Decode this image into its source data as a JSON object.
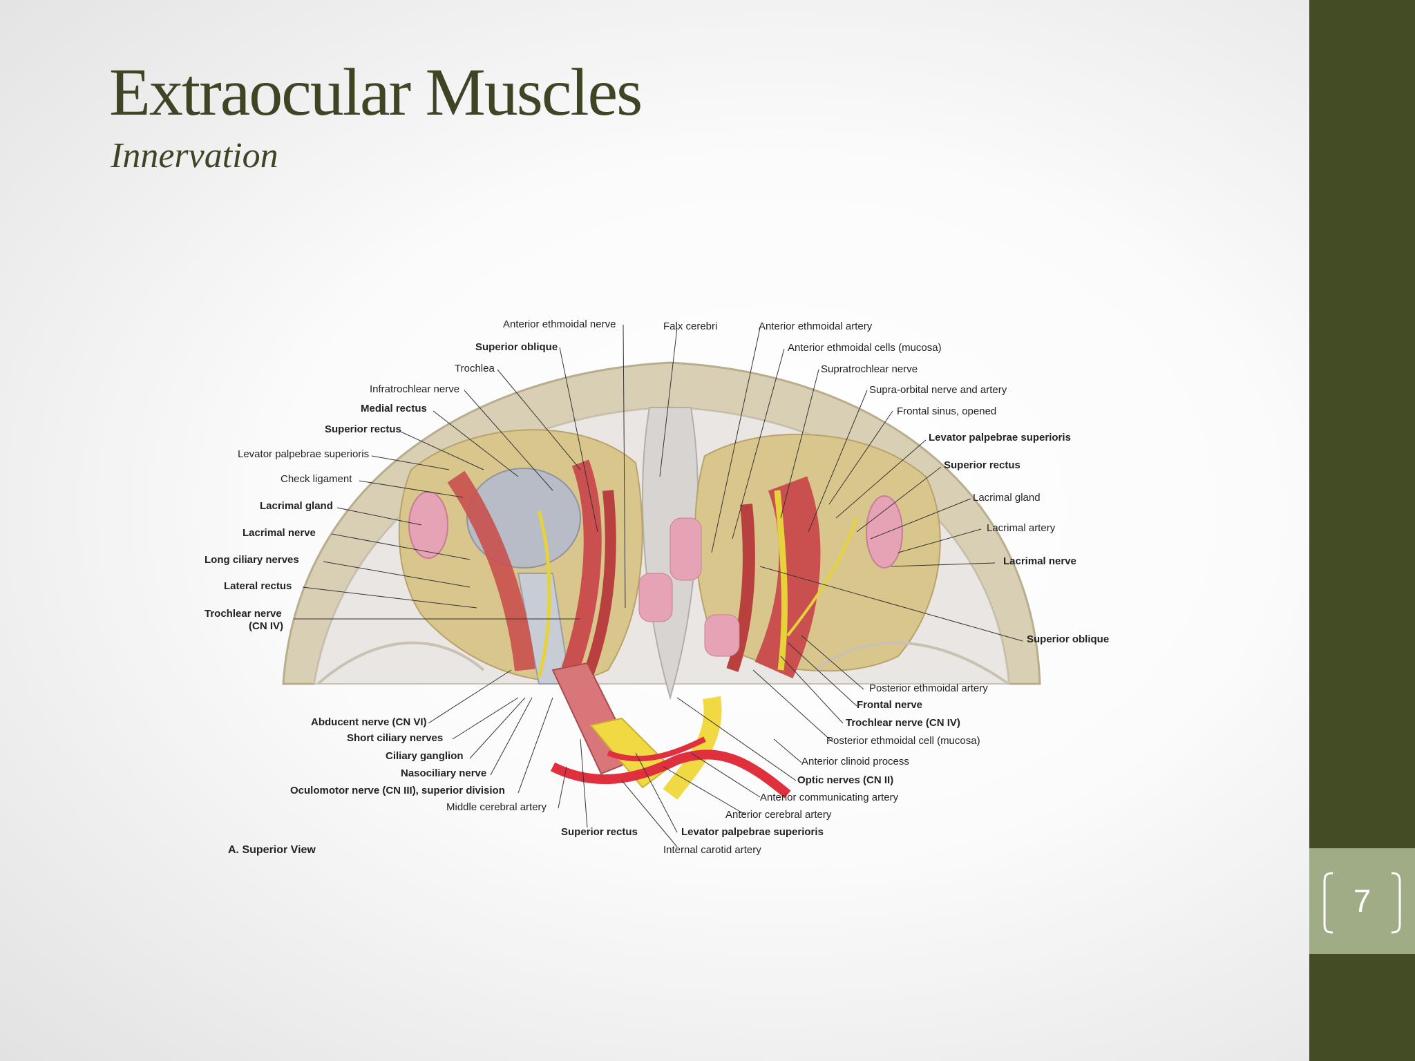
{
  "slide": {
    "title": "Extraocular Muscles",
    "subtitle": "Innervation",
    "page_number": "7"
  },
  "colors": {
    "title": "#3e4524",
    "sidebar": "#434c24",
    "page_box": "#9fac86",
    "muscle": "#c9504e",
    "nerve": "#e6d23a",
    "artery": "#e0303e",
    "bone": "#dcd6c4",
    "gland": "#e7a3b6"
  },
  "figure": {
    "view_label": "A. Superior View",
    "labels": {
      "ant_ethmoidal_nerve": "Anterior ethmoidal nerve",
      "superior_oblique_l": "Superior oblique",
      "trochlea": "Trochlea",
      "infratrochlear_nerve": "Infratrochlear nerve",
      "medial_rectus": "Medial rectus",
      "superior_rectus_l": "Superior rectus",
      "levator_l": "Levator palpebrae superioris",
      "check_ligament": "Check ligament",
      "lacrimal_gland_l": "Lacrimal gland",
      "lacrimal_nerve_l": "Lacrimal nerve",
      "long_ciliary": "Long ciliary nerves",
      "lateral_rectus": "Lateral rectus",
      "trochlear_nerve_l1": "Trochlear nerve",
      "trochlear_nerve_l2": "(CN IV)",
      "falx_cerebri": "Falx cerebri",
      "ant_ethmoidal_artery": "Anterior ethmoidal artery",
      "ant_ethmoidal_cells": "Anterior ethmoidal cells (mucosa)",
      "supratrochlear": "Supratrochlear nerve",
      "supraorbital": "Supra-orbital nerve and artery",
      "frontal_sinus": "Frontal sinus, opened",
      "levator_r": "Levator palpebrae superioris",
      "superior_rectus_r": "Superior rectus",
      "lacrimal_gland_r": "Lacrimal gland",
      "lacrimal_artery": "Lacrimal artery",
      "lacrimal_nerve_r": "Lacrimal nerve",
      "superior_oblique_r": "Superior oblique",
      "post_ethmoidal_artery": "Posterior ethmoidal artery",
      "frontal_nerve": "Frontal nerve",
      "trochlear_nerve_r": "Trochlear nerve (CN IV)",
      "post_ethmoidal_cell": "Posterior ethmoidal cell (mucosa)",
      "ant_clinoid": "Anterior clinoid process",
      "optic_nerves": "Optic nerves (CN II)",
      "ant_communicating": "Anterior communicating artery",
      "ant_cerebral": "Anterior cerebral artery",
      "levator_b": "Levator palpebrae superioris",
      "internal_carotid": "Internal carotid artery",
      "superior_rectus_b": "Superior rectus",
      "middle_cerebral": "Middle cerebral artery",
      "oculomotor": "Oculomotor nerve (CN III), superior division",
      "nasociliary": "Nasociliary nerve",
      "ciliary_ganglion": "Ciliary ganglion",
      "short_ciliary": "Short ciliary nerves",
      "abducent": "Abducent nerve (CN VI)"
    }
  }
}
